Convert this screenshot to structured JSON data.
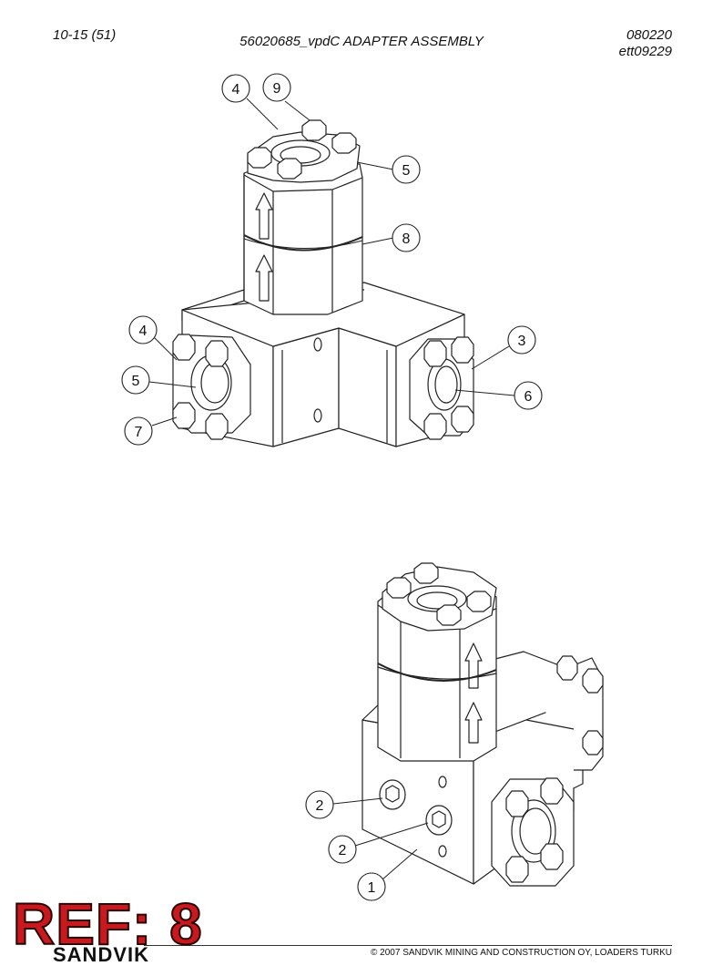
{
  "header": {
    "page_number": "10-15 (51)",
    "title": "56020685_vpdC ADAPTER ASSEMBLY",
    "doc_code": "080220",
    "drawing_code": "ett09229"
  },
  "callouts_top": [
    "4",
    "9",
    "5",
    "8",
    "4",
    "5",
    "7",
    "3",
    "6"
  ],
  "callouts_bottom": [
    "2",
    "2",
    "1"
  ],
  "footer": {
    "ref_label": "REF: 8",
    "logo_text": "SANDVIK",
    "copyright": "© 2007 SANDVIK MINING AND CONSTRUCTION OY, LOADERS TURKU"
  }
}
